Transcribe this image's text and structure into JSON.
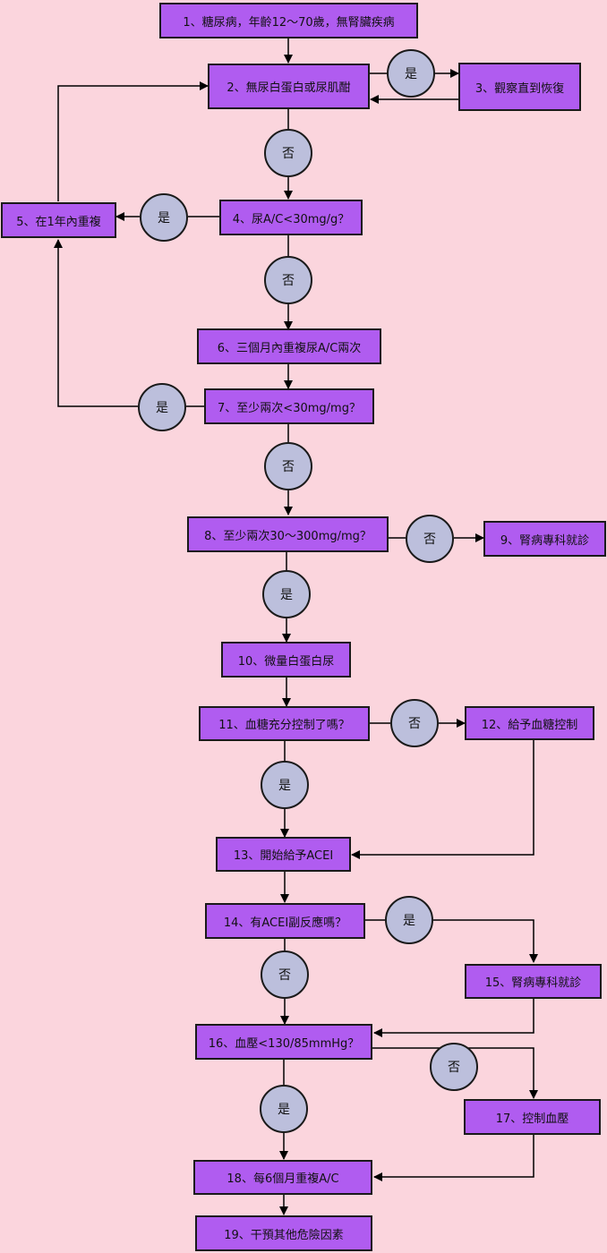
{
  "boxes": {
    "b1": "1、糖尿病，年齡12～70歲，無腎臟疾病",
    "b2": "2、無尿白蛋白或尿肌酣",
    "b3": "3、觀察直到恢復",
    "b4": "4、尿A/C<30mg/g？",
    "b5": "5、在1年內重複",
    "b6": "6、三個月內重複尿A/C兩次",
    "b7": "7、至少兩次<30mg/mg？",
    "b8": "8、至少兩次30～300mg/mg？",
    "b9": "9、腎病專科就診",
    "b10": "10、微量白蛋白尿",
    "b11": "11、血糖充分控制了嗎？",
    "b12": "12、給予血糖控制",
    "b13": "13、開始給予ACEI",
    "b14": "14、有ACEI副反應嗎？",
    "b15": "15、腎病專科就診",
    "b16": "16、血壓<130/85mmHg？",
    "b17": "17、控制血壓",
    "b18": "18、每6個月重複A/C",
    "b19": "19、干預其他危險因素"
  },
  "decisions": {
    "yes": "是",
    "no": "否"
  }
}
